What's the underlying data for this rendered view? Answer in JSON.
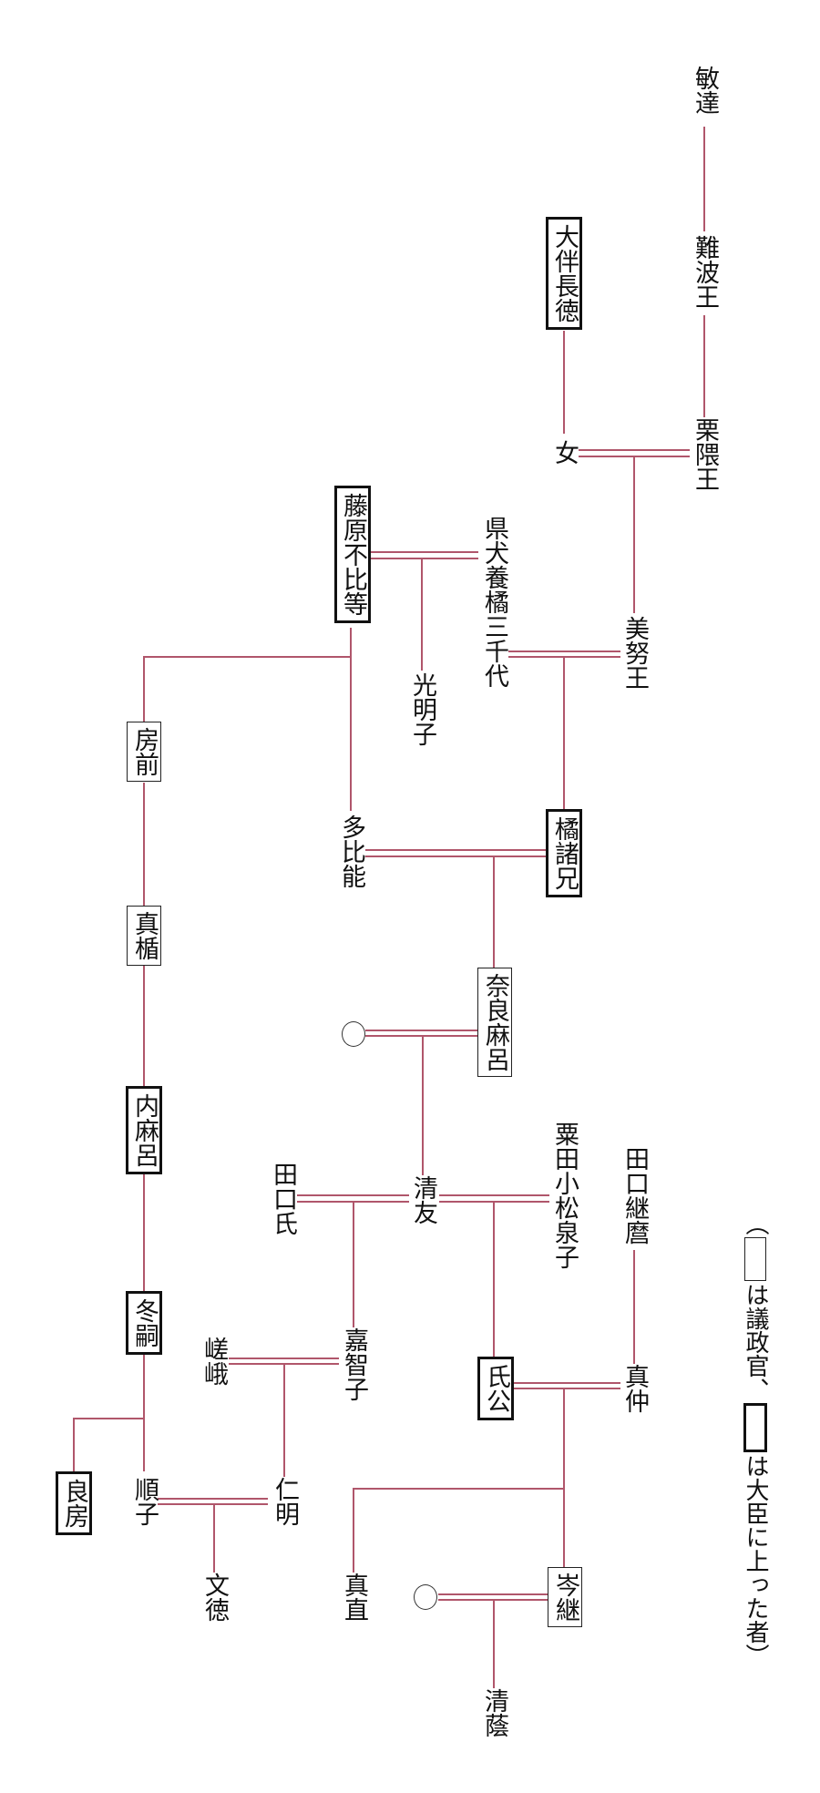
{
  "line_color": "#b0566b",
  "people": [
    {
      "name": "敏達"
    },
    {
      "name": "難波王"
    },
    {
      "name": "栗隈王"
    },
    {
      "name": "大伴長徳"
    },
    {
      "name": "女"
    },
    {
      "name": "美努王"
    },
    {
      "name": "藤原不比等"
    },
    {
      "name": "県犬養橘三千代"
    },
    {
      "name": "光明子"
    },
    {
      "name": "房前"
    },
    {
      "name": "真楯"
    },
    {
      "name": "内麻呂"
    },
    {
      "name": "橘諸兄"
    },
    {
      "name": "多比能"
    },
    {
      "name": "奈良麻呂"
    },
    {
      "name": ""
    },
    {
      "name": "清友"
    },
    {
      "name": "田口氏"
    },
    {
      "name": "粟田小松泉子"
    },
    {
      "name": "田口継麿"
    },
    {
      "name": "嘉智子"
    },
    {
      "name": "氏公"
    },
    {
      "name": "真仲"
    },
    {
      "name": "嵯峨"
    },
    {
      "name": "冬嗣"
    },
    {
      "name": "良房"
    },
    {
      "name": "順子"
    },
    {
      "name": "仁明"
    },
    {
      "name": "文徳"
    },
    {
      "name": "真直"
    },
    {
      "name": "岑継"
    },
    {
      "name": ""
    },
    {
      "name": "清蔭"
    }
  ],
  "legend": {
    "open": "（",
    "text1": "は議政官、",
    "text2": "は大臣に上った者）"
  }
}
